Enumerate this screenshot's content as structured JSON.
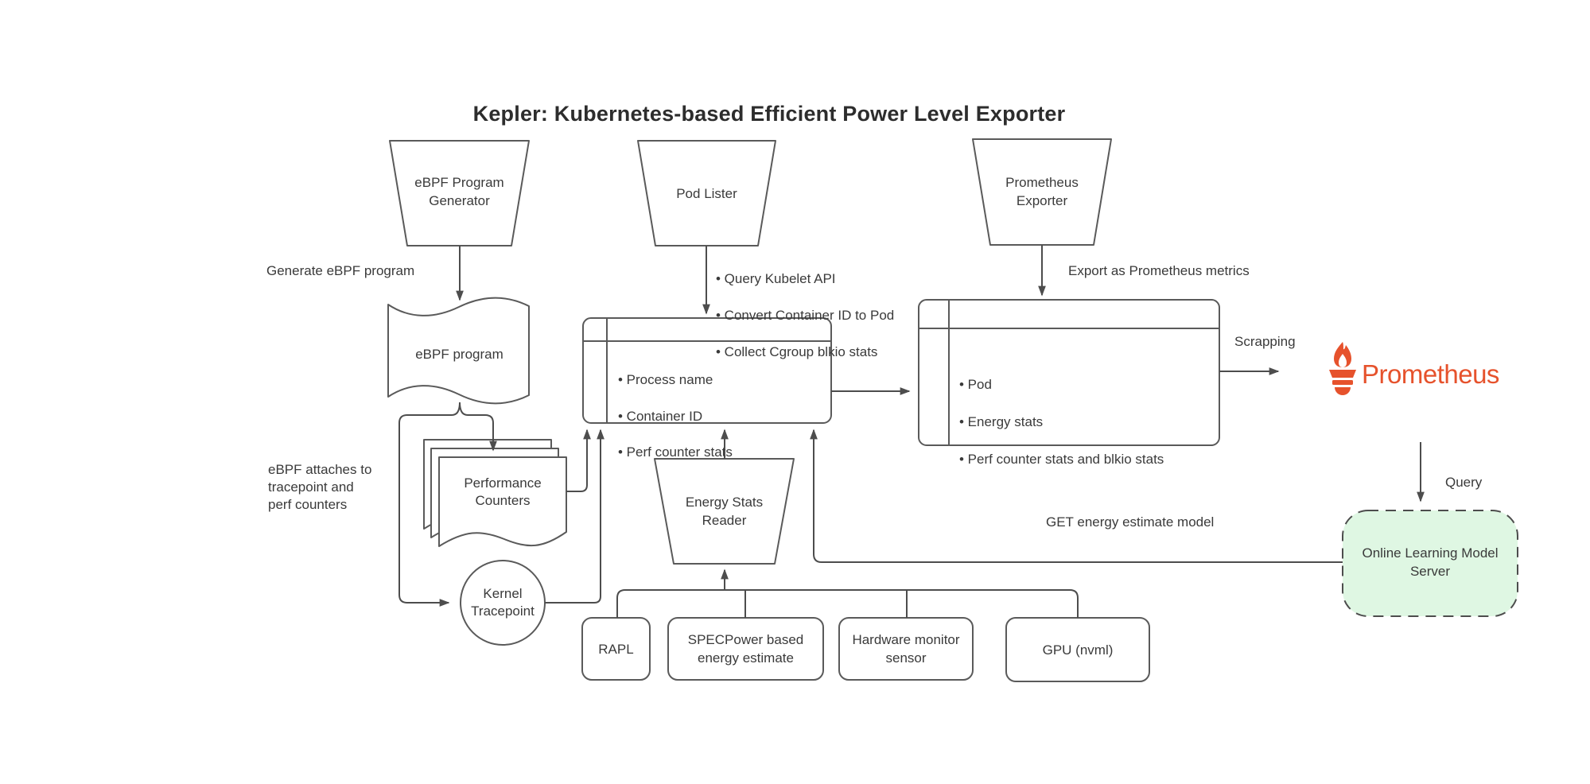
{
  "title": "Kepler: Kubernetes-based Efficient Power Level Exporter",
  "nodes": {
    "ebpf_program_generator": {
      "label": "eBPF Program\nGenerator",
      "shape": "trapezoid"
    },
    "pod_lister": {
      "label": "Pod Lister",
      "shape": "trapezoid"
    },
    "prometheus_exporter": {
      "label": "Prometheus\nExporter",
      "shape": "trapezoid"
    },
    "ebpf_program": {
      "label": "eBPF program",
      "shape": "tape"
    },
    "performance_counters": {
      "label": "Performance\nCounters",
      "shape": "multi-document"
    },
    "kernel_tracepoint": {
      "label": "Kernel\nTracepoint",
      "shape": "circle"
    },
    "process_table": {
      "items": [
        "• Process name",
        "• Container ID",
        "• Perf counter stats"
      ]
    },
    "pod_table": {
      "items": [
        "• Pod",
        "• Energy stats",
        "• Perf counter stats and blkio stats"
      ]
    },
    "energy_stats_reader": {
      "label": "Energy Stats\nReader",
      "shape": "trapezoid"
    },
    "rapl": {
      "label": "RAPL"
    },
    "specpower": {
      "label": "SPECPower based\nenergy estimate"
    },
    "hardware_monitor": {
      "label": "Hardware monitor\nsensor"
    },
    "gpu": {
      "label": "GPU (nvml)"
    },
    "model_server": {
      "label": "Online Learning Model\nServer",
      "fill": "#dff7e3"
    }
  },
  "annotations": {
    "generate_ebpf": "Generate eBPF program",
    "pod_lister_notes": [
      "• Query Kubelet API",
      "• Convert Container ID to Pod",
      "• Collect Cgroup blkio stats"
    ],
    "export_metrics": "Export as Prometheus metrics",
    "scrapping": "Scrapping",
    "query": "Query",
    "get_model": "GET energy estimate model",
    "ebpf_attaches": "eBPF attaches to\ntracepoint and\nperf counters"
  },
  "logo": {
    "text": "Prometheus",
    "color": "#e6522c"
  },
  "colors": {
    "line": "#4d4d4d",
    "text": "#3a3a3a",
    "node_fill": "#ffffff",
    "model_server_fill": "#dff7e3",
    "background": "#ffffff"
  }
}
